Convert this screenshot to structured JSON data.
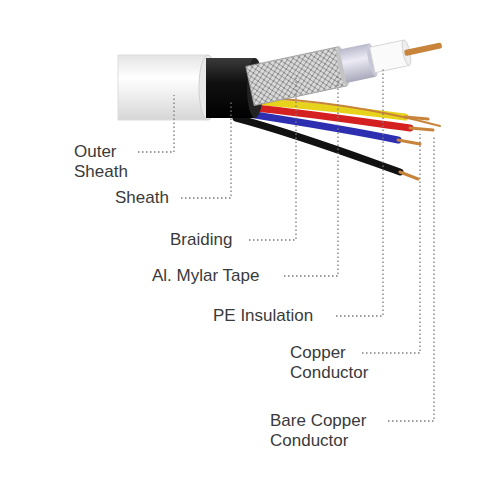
{
  "diagram": {
    "labels": [
      "Outer Sheath",
      "Sheath",
      "Braiding",
      "Al. Mylar Tape",
      "PE Insulation",
      "Copper Conductor",
      "Bare Copper Conductor"
    ]
  }
}
